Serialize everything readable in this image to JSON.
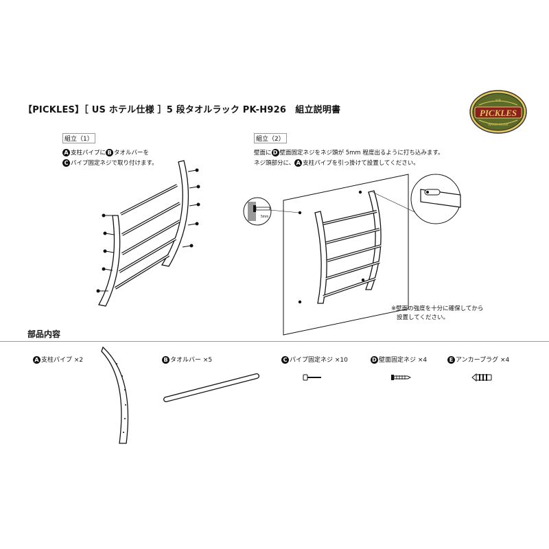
{
  "header": {
    "title": "【PICKLES】［ US ホテル仕様 ］5 段タオルラック PK-H926　組立説明書",
    "logo": {
      "top": "US",
      "main": "PICKLES",
      "bottom": "WAREHOUSE"
    }
  },
  "step1": {
    "label": "組立（1）",
    "line1_a": "A",
    "line1_text1": "支柱パイプに",
    "line1_b": "B",
    "line1_text2": "タオルバーを",
    "line2_c": "C",
    "line2_text": "パイプ固定ネジで取り付けます。"
  },
  "step2": {
    "label": "組立（2）",
    "line1_pre": "壁面に",
    "line1_d": "D",
    "line1_post": "壁面固定ネジをネジ頭が 5mm 程度出るように打ち込みます。",
    "line2_pre": "ネジ頭部分に、",
    "line2_a": "A",
    "line2_post": "支柱パイプを引っ掛けて設置してください。",
    "dim": "5mm",
    "warning_line1": "※壁面の強度を十分に確保してから",
    "warning_line2": "設置してください。"
  },
  "parts": {
    "title": "部品内容",
    "items": [
      {
        "letter": "A",
        "name": "支柱パイプ ×2"
      },
      {
        "letter": "B",
        "name": "タオルバー ×5"
      },
      {
        "letter": "C",
        "name": "パイプ固定ネジ ×10"
      },
      {
        "letter": "D",
        "name": "壁面固定ネジ ×4"
      },
      {
        "letter": "E",
        "name": "アンカープラグ ×4"
      }
    ]
  },
  "colors": {
    "logo_green": "#5a6b2a",
    "logo_gold": "#e3c75a",
    "logo_red": "#8a1f1f"
  }
}
